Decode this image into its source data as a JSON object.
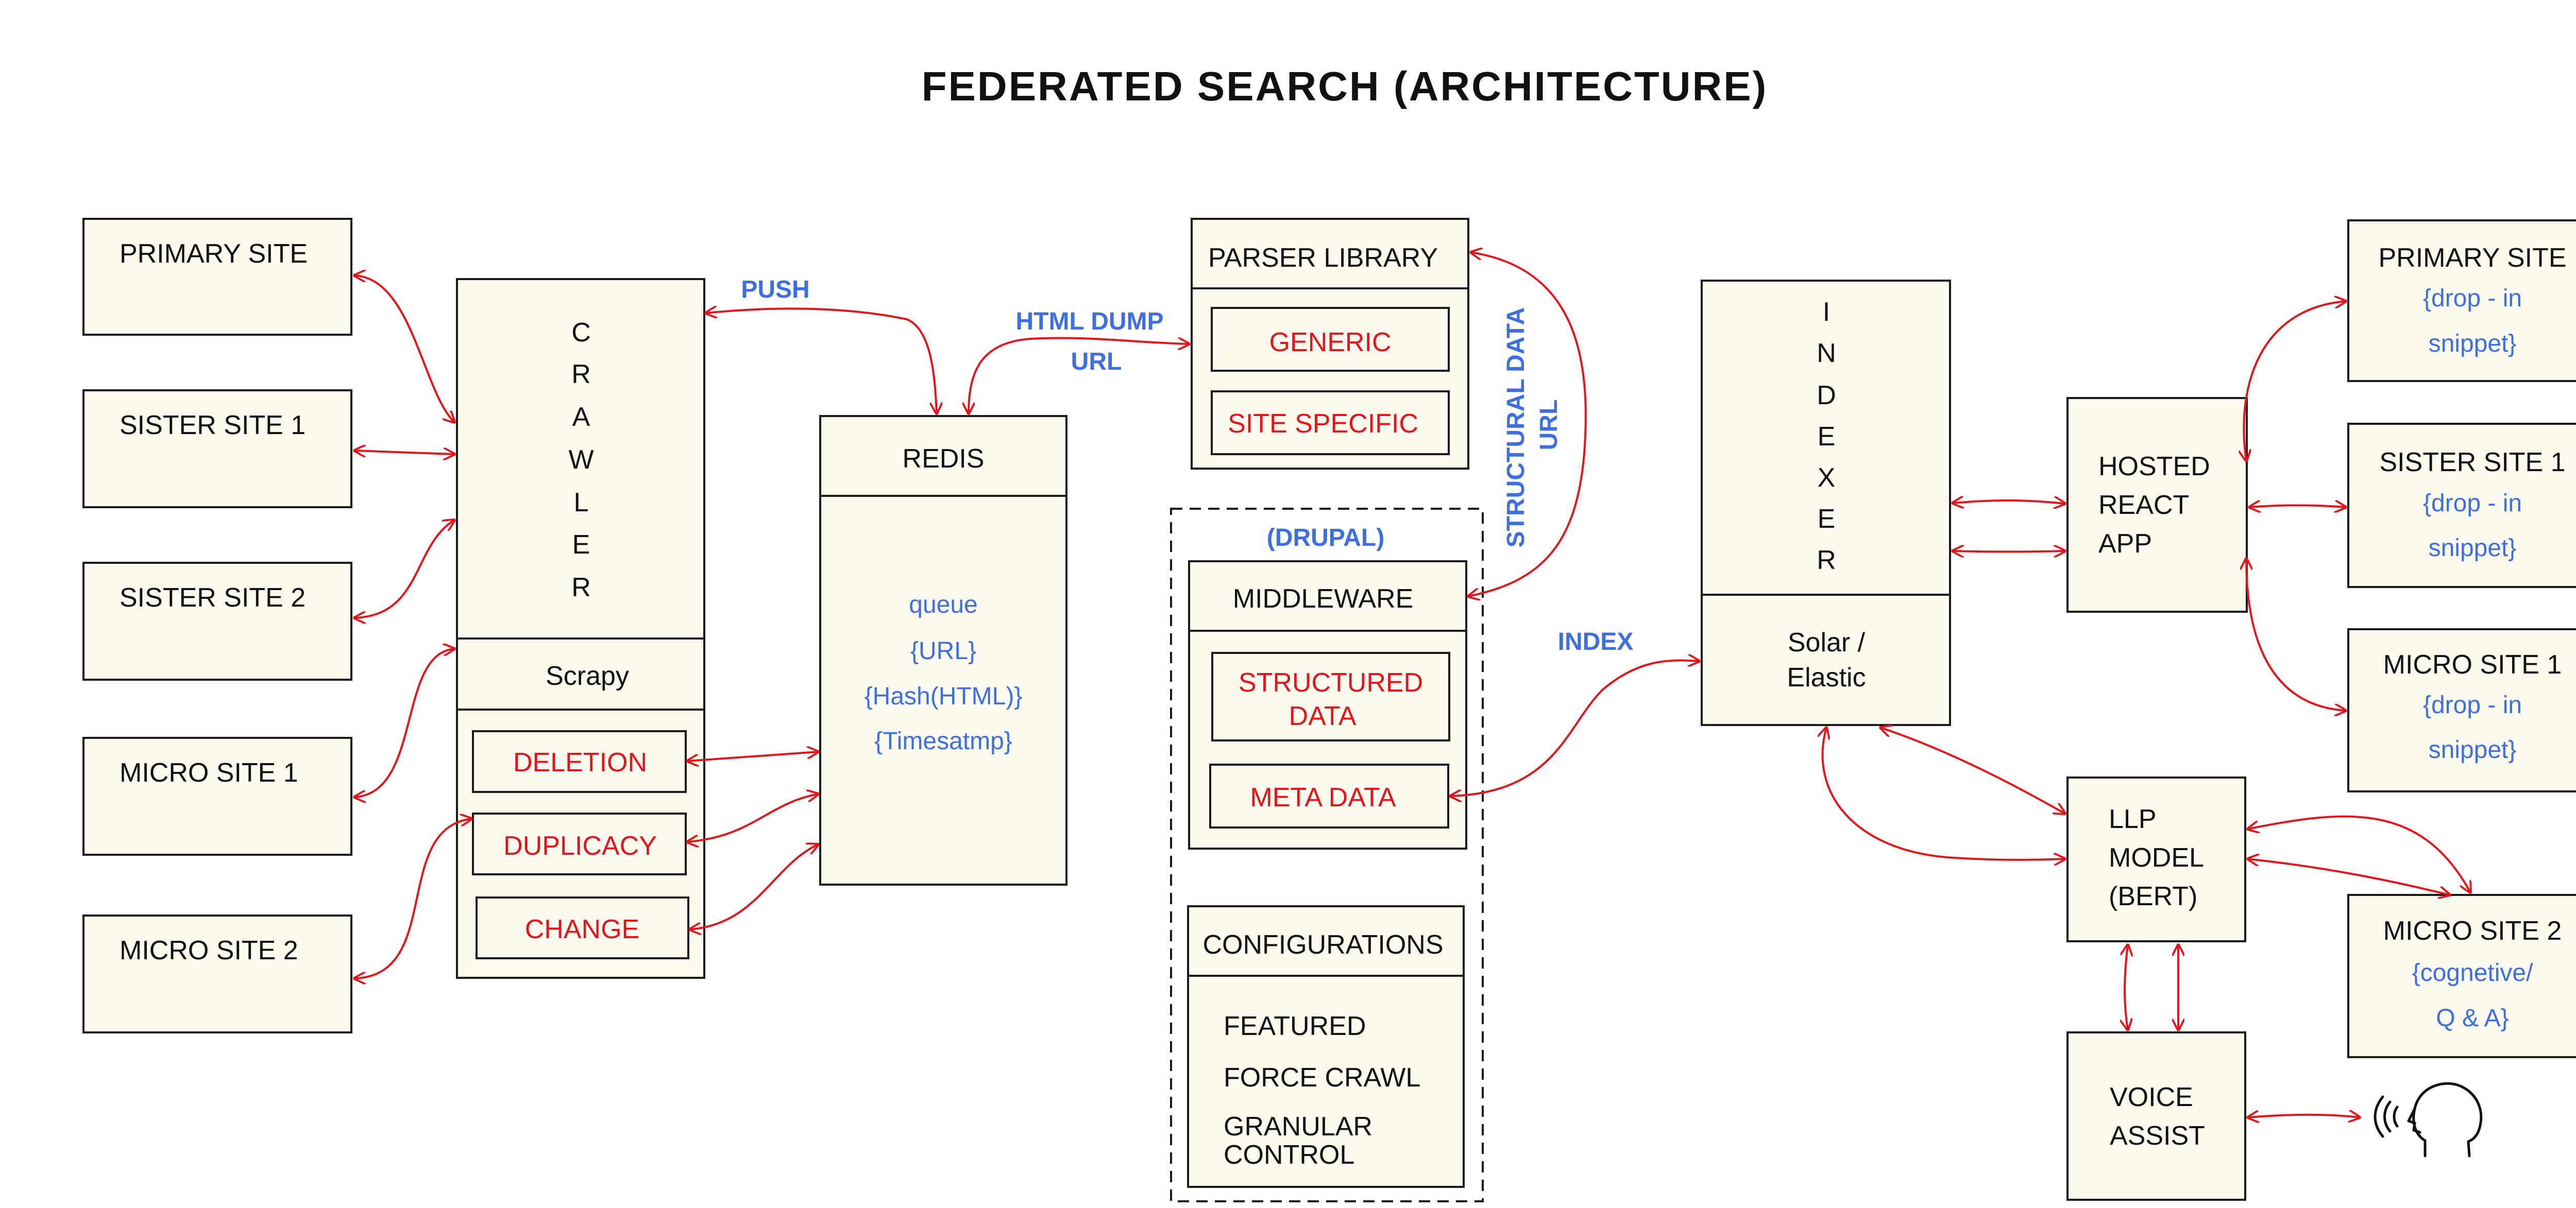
{
  "title": "FEDERATED SEARCH (ARCHITECTURE)",
  "sources": {
    "primary_site": "PRIMARY SITE",
    "sister_site_1": "SISTER SITE 1",
    "sister_site_2": "SISTER SITE 2",
    "micro_site_1": "MICRO SITE 1",
    "micro_site_2": "MICRO SITE 2"
  },
  "crawler": {
    "letters": [
      "C",
      "R",
      "A",
      "W",
      "L",
      "E",
      "R"
    ],
    "scrapy": "Scrapy",
    "deletion": "DELETION",
    "duplicacy": "DUPLICACY",
    "change": "CHANGE"
  },
  "labels": {
    "push": "PUSH",
    "html_dump": "HTML DUMP",
    "url": "URL",
    "structural_data": "STRUCTURAL DATA",
    "structural_url": "URL",
    "index": "INDEX"
  },
  "redis": {
    "title": "REDIS",
    "lines": [
      "queue",
      "{URL}",
      "{Hash(HTML)}",
      "{Timesatmp}"
    ]
  },
  "parser": {
    "title": "PARSER LIBRARY",
    "generic": "GENERIC",
    "site_specific": "SITE SPECIFIC"
  },
  "drupal": {
    "label": "(DRUPAL)",
    "middleware": "MIDDLEWARE",
    "structured_line1": "STRUCTURED",
    "structured_line2": "DATA",
    "meta_data": "META DATA",
    "configurations": "CONFIGURATIONS",
    "featured": "FEATURED",
    "force_crawl": "FORCE CRAWL",
    "granular_line1": "GRANULAR",
    "granular_line2": "CONTROL"
  },
  "indexer": {
    "letters": [
      "I",
      "N",
      "D",
      "E",
      "X",
      "E",
      "R"
    ],
    "solar_line1": "Solar /",
    "solar_line2": "Elastic"
  },
  "react_app": {
    "line1": "HOSTED",
    "line2": "REACT",
    "line3": "APP"
  },
  "llp": {
    "line1": "LLP",
    "line2": "MODEL",
    "line3": "(BERT)"
  },
  "voice": {
    "line1": "VOICE",
    "line2": "ASSIST"
  },
  "targets": {
    "primary_title": "PRIMARY SITE",
    "sister_title": "SISTER SITE 1",
    "micro1_title": "MICRO SITE 1",
    "snippet_line1": "{drop - in",
    "snippet_line2": "snippet}",
    "micro2_title": "MICRO SITE 2",
    "micro2_line1": "{cognetive/",
    "micro2_line2": "Q & A}"
  },
  "colors": {
    "arrow": "#e4141b",
    "accent_blue": "#3d6fe0",
    "box_fill": "#fcfaef",
    "outline": "#1a1a1a"
  },
  "icons": [
    "speaking-head-icon"
  ]
}
